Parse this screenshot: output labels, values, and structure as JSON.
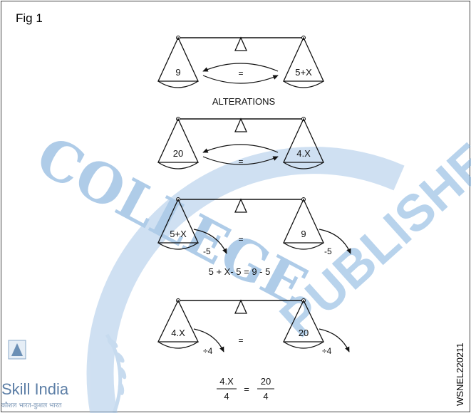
{
  "figure": {
    "label": "Fig 1",
    "code": "WSNEL220211",
    "watermark": {
      "left_text": "COLLEGE",
      "right_text": "PUBLISHED",
      "logo_text": "Skill India",
      "logo_subtext": "कौशल भारत-कुशल भारत"
    }
  },
  "balances": [
    {
      "left_pan": "9",
      "right_pan": "5+X",
      "center": "=",
      "caption": "ALTERATIONS",
      "swap_arrows": true
    },
    {
      "left_pan": "20",
      "right_pan": "4.X",
      "center": "=",
      "swap_arrows": true
    },
    {
      "left_pan": "5+X",
      "right_pan": "9",
      "center": "=",
      "left_op": "-5",
      "right_op": "-5",
      "equation": "5 + X- 5 = 9 - 5"
    },
    {
      "left_pan": "4.X",
      "right_pan": "20",
      "center": "=",
      "left_op": "÷4",
      "right_op": "÷4",
      "fraction": {
        "left_num": "4.X",
        "left_den": "4",
        "eq": "=",
        "right_num": "20",
        "right_den": "4"
      }
    }
  ],
  "colors": {
    "watermark": "#6fa3d6",
    "ink": "#111111"
  }
}
